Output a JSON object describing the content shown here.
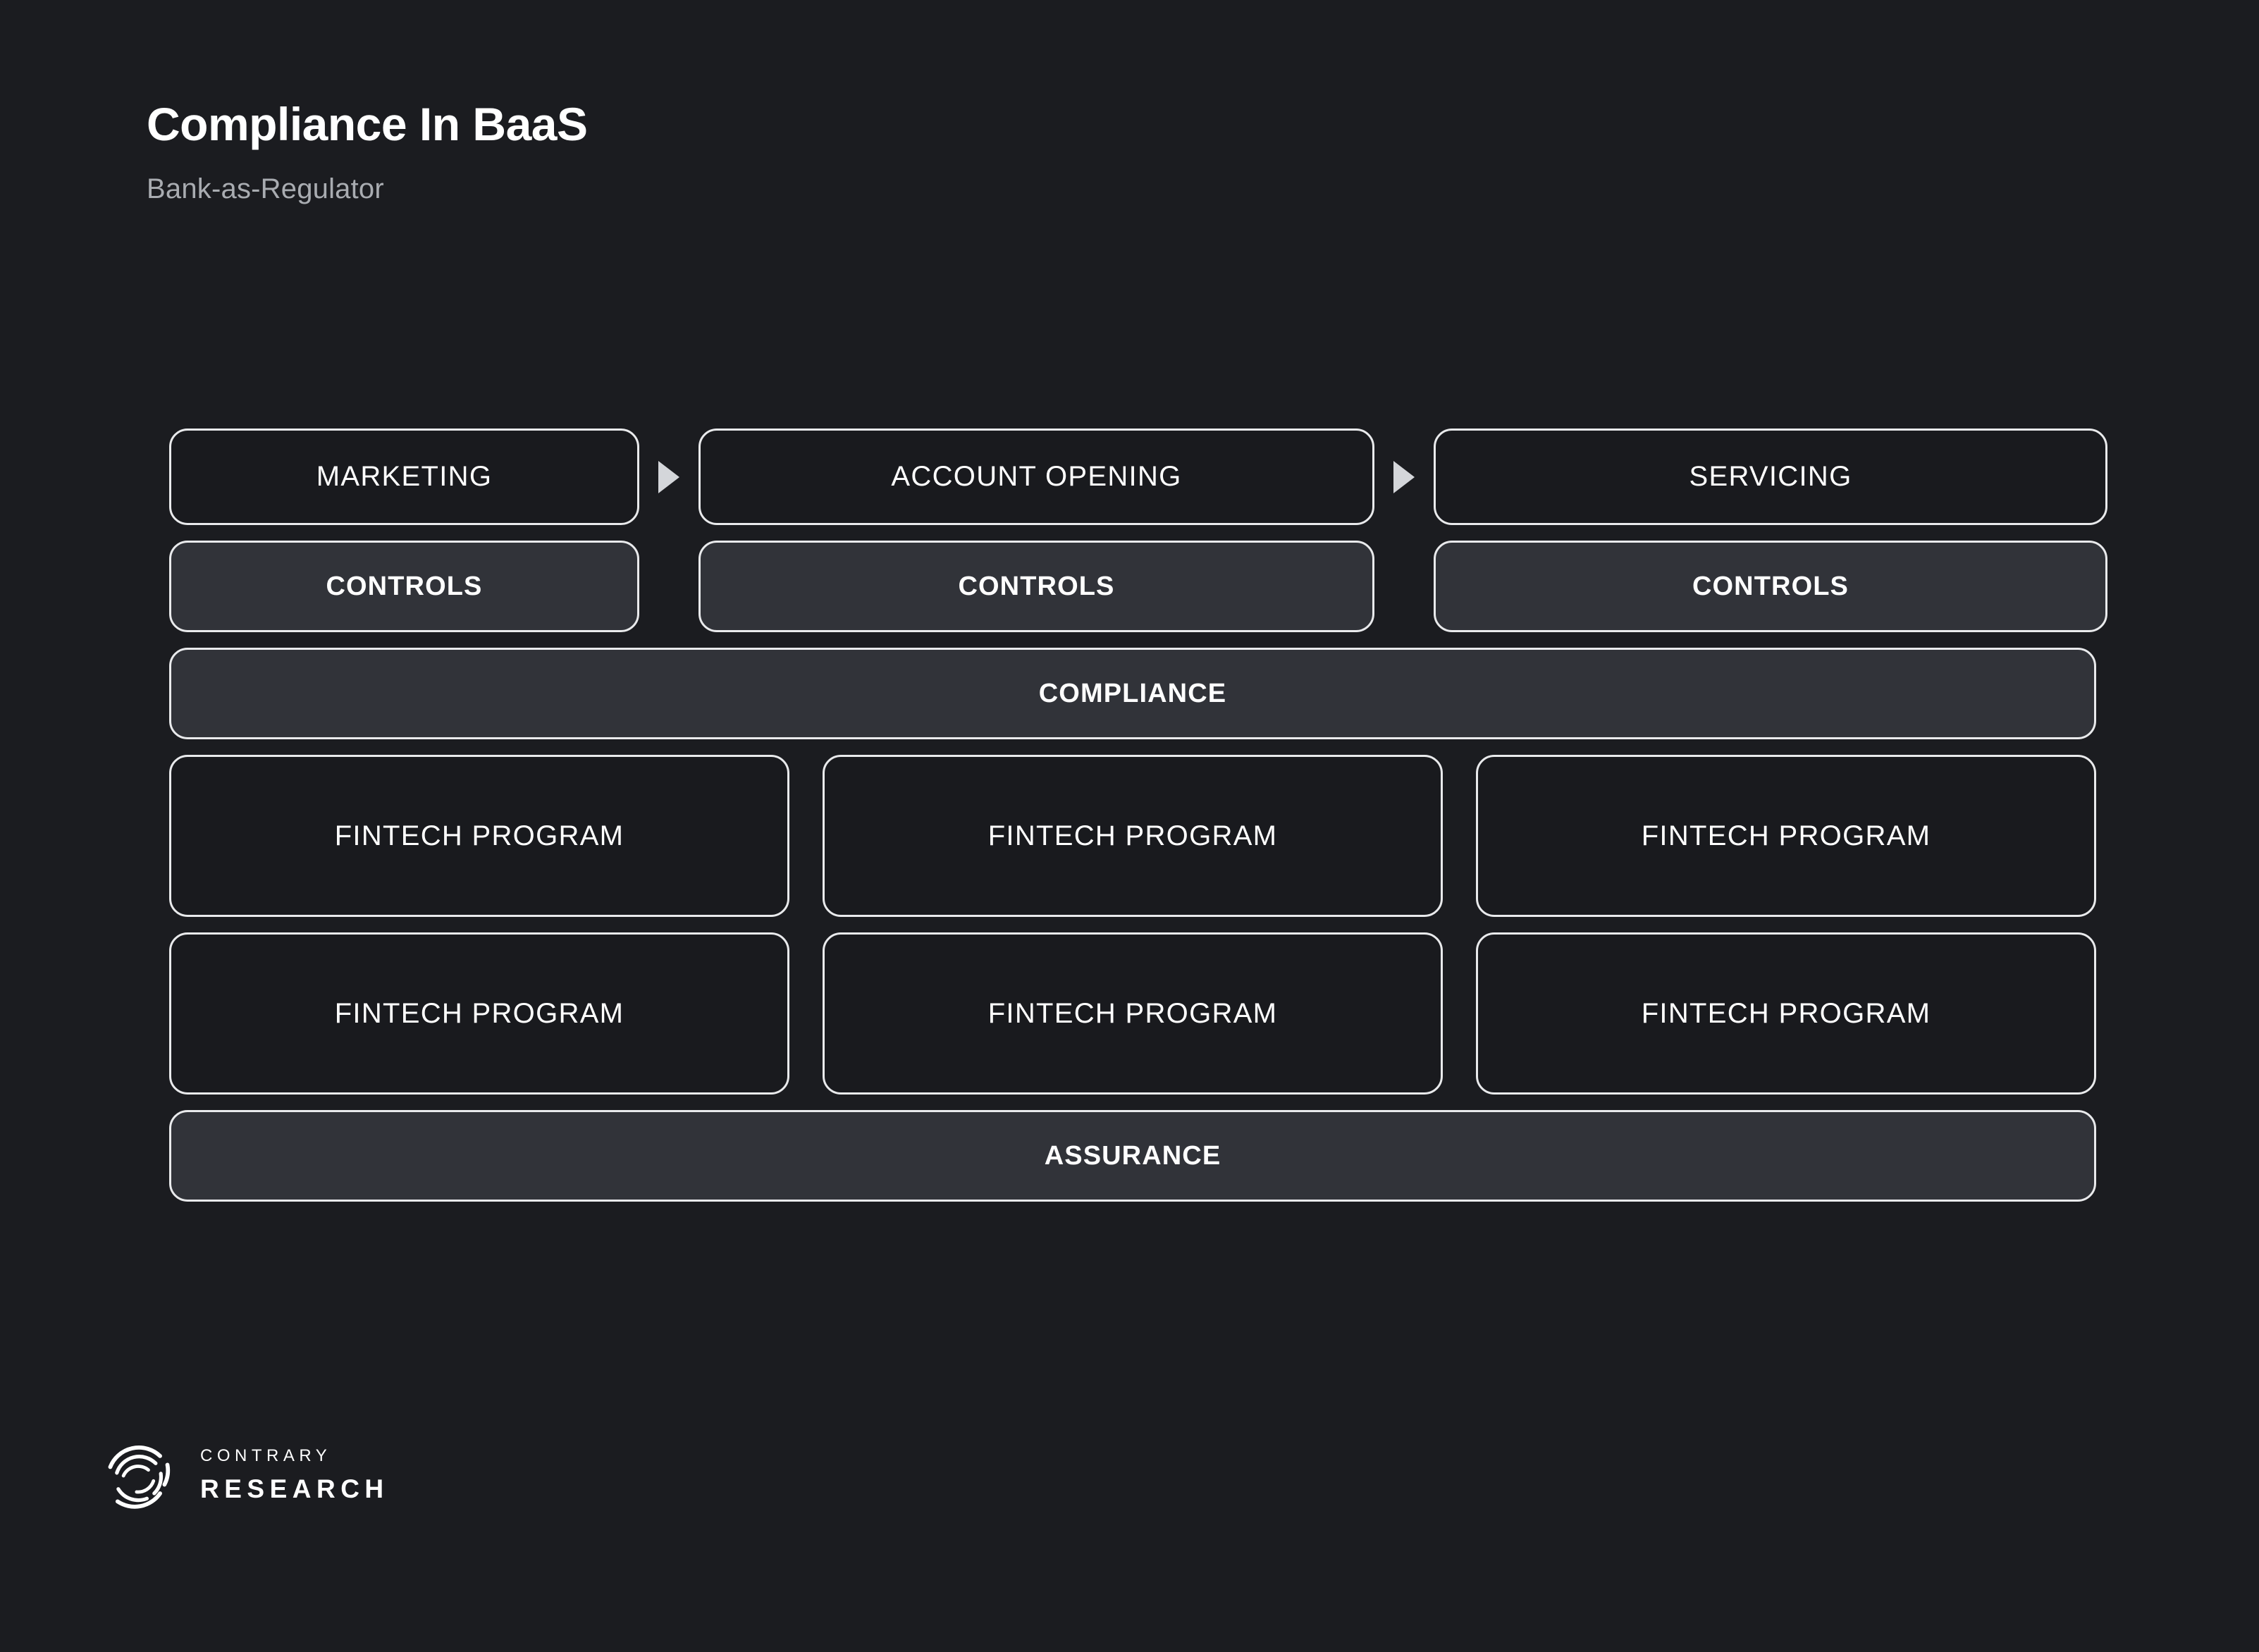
{
  "header": {
    "title": "Compliance In BaaS",
    "subtitle": "Bank-as-Regulator"
  },
  "diagram": {
    "journey_row": {
      "boxes": [
        {
          "label": "MARKETING"
        },
        {
          "label": "ACCOUNT OPENING"
        },
        {
          "label": "SERVICING"
        }
      ],
      "separator_icon": "arrow-right-triangle-icon"
    },
    "controls_row": {
      "boxes": [
        {
          "label": "CONTROLS"
        },
        {
          "label": "CONTROLS"
        },
        {
          "label": "CONTROLS"
        }
      ]
    },
    "compliance_bar": {
      "label": "COMPLIANCE"
    },
    "fintech_rows": [
      [
        {
          "label": "FINTECH PROGRAM"
        },
        {
          "label": "FINTECH PROGRAM"
        },
        {
          "label": "FINTECH PROGRAM"
        }
      ],
      [
        {
          "label": "FINTECH PROGRAM"
        },
        {
          "label": "FINTECH PROGRAM"
        },
        {
          "label": "FINTECH PROGRAM"
        }
      ]
    ],
    "assurance_bar": {
      "label": "ASSURANCE"
    }
  },
  "footer": {
    "logo_mark_icon": "contrary-spiral-logo-icon",
    "brand_line1": "CONTRARY",
    "brand_line2": "RESEARCH"
  },
  "colors": {
    "background": "#1b1c20",
    "box_dark_fill": "#191a1e",
    "box_light_fill": "#313339",
    "border": "#e9eaec",
    "text_primary": "#ffffff",
    "text_secondary": "#a9acb1",
    "arrow": "#d4d6da"
  }
}
